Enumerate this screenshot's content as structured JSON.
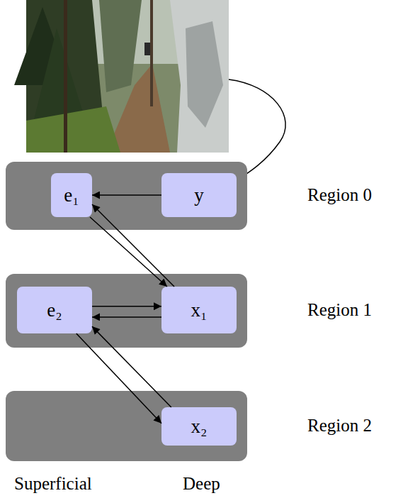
{
  "diagram": {
    "nodes": [
      {
        "text": [
          "Region 0"
        ]
      },
      {
        "text": [
          "e₁"
        ],
        "in": 0
      },
      {
        "text": [
          "y"
        ],
        "in": 0
      },
      {
        "text": [
          "Region 1"
        ]
      },
      {
        "text": [
          "e₂"
        ],
        "in": 3
      },
      {
        "text": [
          "x₁"
        ],
        "in": 3
      },
      {
        "text": [
          "Region 2"
        ]
      },
      {
        "text": [
          "x₂"
        ],
        "in": 6
      }
    ],
    "edges": [
      {
        "from": 2,
        "to": 1,
        "arrow": "to"
      },
      {
        "from": 1,
        "to": 5,
        "arrow": "to"
      },
      {
        "from": 5,
        "to": 1,
        "arrow": "to"
      },
      {
        "from": 4,
        "to": 5,
        "arrow": "to"
      },
      {
        "from": 5,
        "to": 4,
        "arrow": "to"
      },
      {
        "from": 4,
        "to": 7,
        "arrow": "to"
      },
      {
        "from": 7,
        "to": 4,
        "arrow": "to"
      }
    ],
    "labels": [
      "Superficial",
      "Deep"
    ]
  }
}
